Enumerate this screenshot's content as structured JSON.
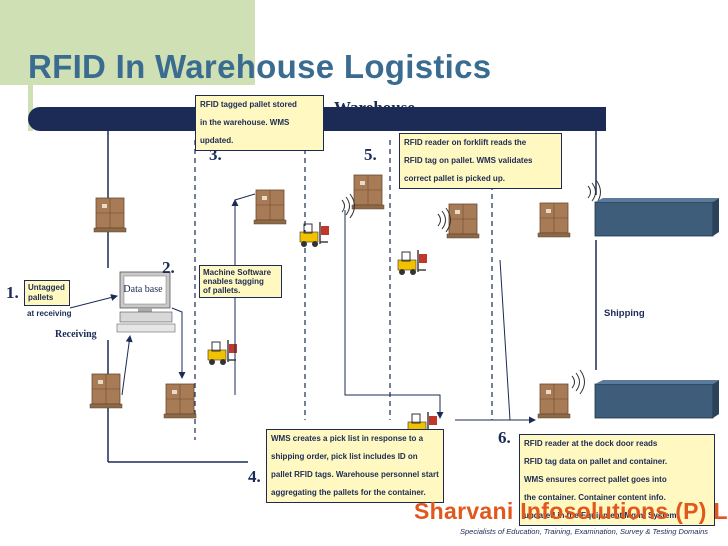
{
  "title": "RFID In Warehouse Logistics",
  "warehouse_label": "Warehouse",
  "steps": {
    "s1": "1.",
    "s2": "2.",
    "s3": "3.",
    "s4": "4.",
    "s5": "5.",
    "s6": "6."
  },
  "callouts": {
    "c1": [
      "Untagged",
      "pallets"
    ],
    "c1b": "at receiving",
    "c2": [
      "Machine Software",
      "enables  tagging",
      "of pallets."
    ],
    "c3": [
      "RFID tagged pallet stored",
      "in the warehouse. WMS",
      "updated."
    ],
    "c4": [
      "WMS creates a pick list in response to a",
      "shipping order, pick list includes ID on",
      "pallet RFID tags. Warehouse personnel start",
      "aggregating the pallets for the container."
    ],
    "c5": [
      "RFID reader on forklift reads the",
      "RFID tag on pallet. WMS validates",
      "correct pallet is picked up."
    ],
    "c6": [
      "RFID reader at the dock door reads",
      "RFID tag data on pallet and container.",
      "WMS ensures correct pallet goes into",
      "the container. Container content info.",
      "updated in the Equipment Mgmt System"
    ]
  },
  "labels": {
    "receiving": "Receiving",
    "shipping": "Shipping",
    "database": "Data base"
  },
  "logo": {
    "name": "Sharvani Infosolutions (P) Ltd.",
    "tagline": "Specialists of Education, Training, Examination, Survey & Testing Domains"
  },
  "colors": {
    "title": "#3a6c91",
    "navy": "#1b2b55",
    "callout_bg": "#fff8c0",
    "accent_green": "#cfe0b4",
    "logo_orange": "#e2571c"
  }
}
